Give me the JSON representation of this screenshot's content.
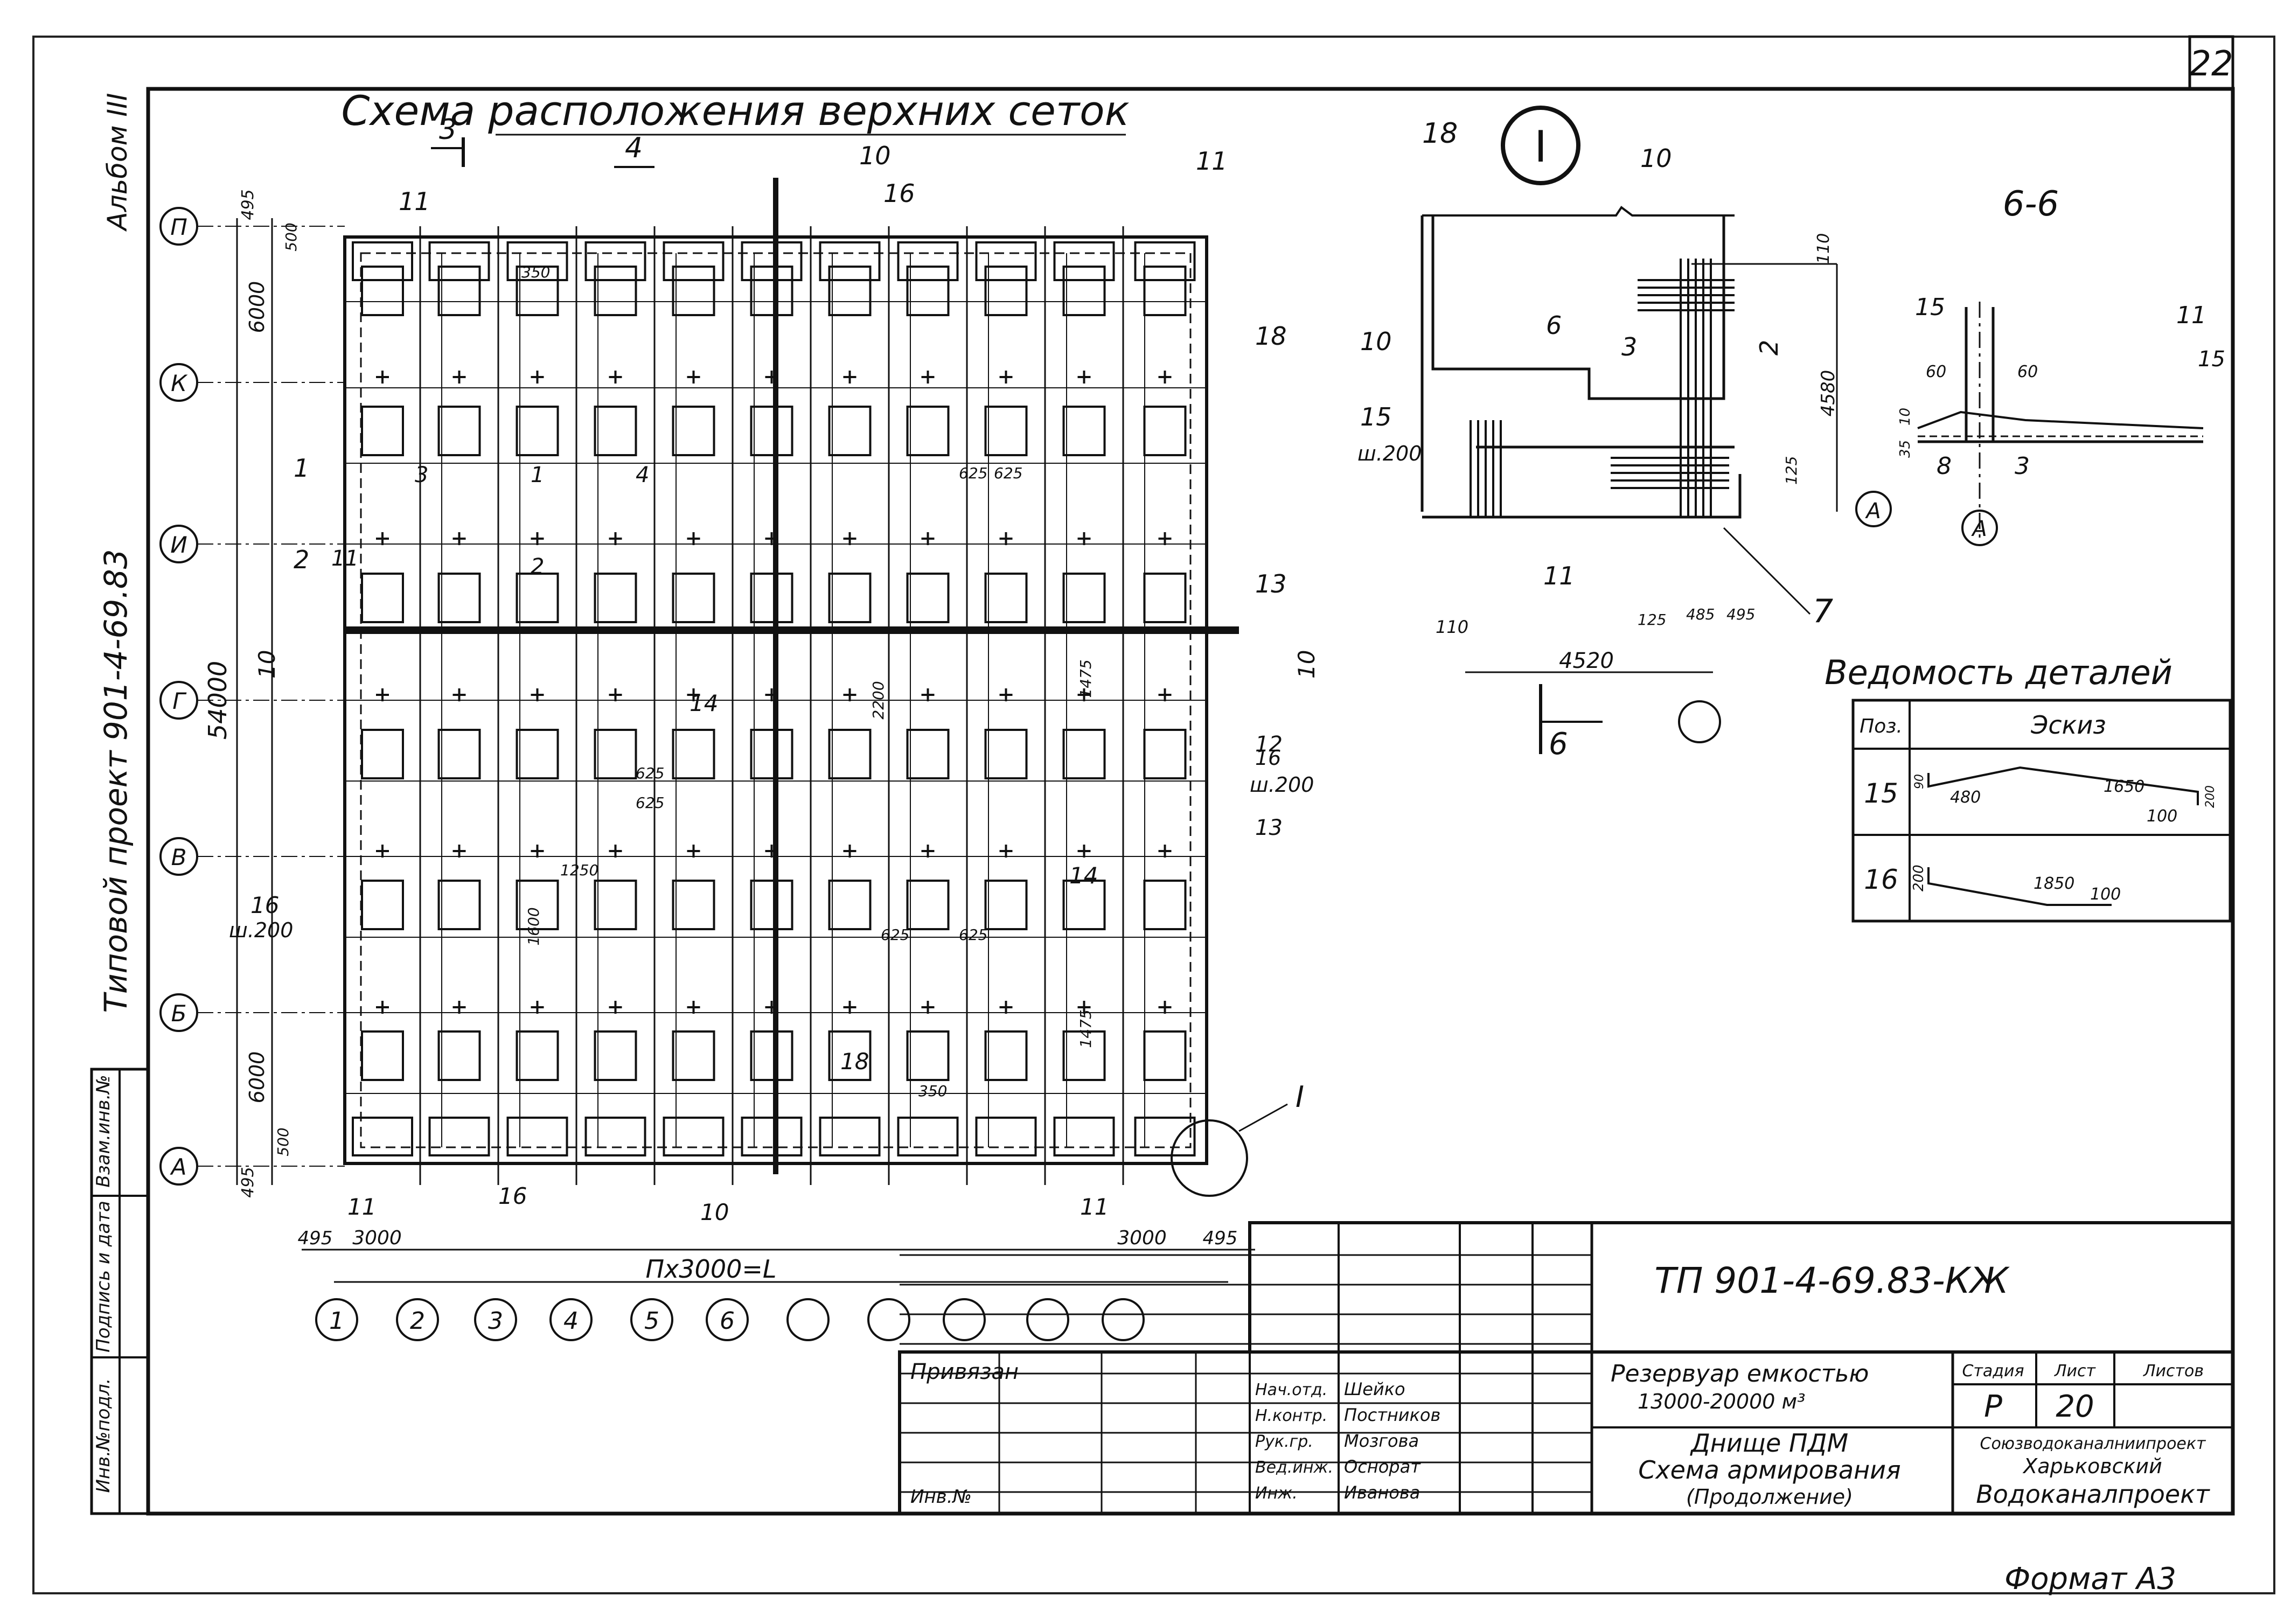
{
  "sheet": {
    "number": "22",
    "format": "Формат А3",
    "title": "Схема расположения верхних сеток",
    "album": "Альбом III",
    "project": "Типовой проект 901-4-69.83"
  },
  "side_stamp": [
    "Инв.№подл.",
    "Подпись и дата",
    "Взам.инв.№"
  ],
  "plan": {
    "row_axes": [
      "П",
      "К",
      "И",
      "Г",
      "В",
      "Б",
      "А"
    ],
    "col_axes": [
      "1",
      "2",
      "3",
      "4",
      "5",
      "6",
      "",
      "",
      "",
      "",
      ""
    ],
    "dims": {
      "total_h": "54000",
      "top_seg": "6000",
      "bottom_seg": "6000",
      "edge": "495",
      "bay_left": "3000",
      "bay_right": "3000",
      "span_formula": "Пх3000=L",
      "d350": "350",
      "d500": "500",
      "d1250": "1250",
      "d1600": "1600",
      "d625": "625",
      "d2200": "2200",
      "d1475": "1475"
    },
    "positions": [
      "3",
      "4",
      "10",
      "11",
      "16",
      "18",
      "1",
      "2",
      "12",
      "13",
      "14"
    ],
    "notes": {
      "sh200": "ш.200",
      "callout_detail": "I"
    }
  },
  "detail_I": {
    "label": "I",
    "positions": [
      "18",
      "10",
      "6",
      "3",
      "2",
      "15",
      "11",
      "7"
    ],
    "pitch": "ш.200",
    "dims": [
      "110",
      "4580",
      "125",
      "4520",
      "485",
      "495",
      "110",
      "125"
    ],
    "axis": "А",
    "section": "6"
  },
  "section_66": {
    "label": "6-6",
    "positions": [
      "15",
      "11",
      "8",
      "3"
    ],
    "dims": [
      "60",
      "60",
      "10",
      "35"
    ],
    "axis": "А"
  },
  "parts_table": {
    "title": "Ведомость деталей",
    "headers": [
      "Поз.",
      "Эскиз"
    ],
    "rows": [
      {
        "pos": "15",
        "dims": [
          "90",
          "480",
          "1650",
          "100",
          "200"
        ]
      },
      {
        "pos": "16",
        "dims": [
          "200",
          "1850",
          "100"
        ]
      }
    ]
  },
  "title_block": {
    "code": "ТП 901-4-69.83-КЖ",
    "object": "Резервуар емкостью",
    "capacity": "13000-20000 м³",
    "drawing_name": "Днище ПДМ",
    "drawing_desc": "Схема армирования",
    "drawing_note": "(Продолжение)",
    "stage_label": "Стадия",
    "sheet_label": "Лист",
    "sheets_label": "Листов",
    "stage": "Р",
    "sheet": "20",
    "org_line1": "Союзводоканалниипроект",
    "org_line2": "Харьковский",
    "org_line3": "Водоканалпроект",
    "binding": "Привязан",
    "inv": "Инв.№",
    "staff": [
      {
        "role": "Нач.отд.",
        "name": "Шейко"
      },
      {
        "role": "Н.контр.",
        "name": "Постников"
      },
      {
        "role": "Рук.гр.",
        "name": "Мозгова"
      },
      {
        "role": "Вед.инж.",
        "name": "Оснорат"
      },
      {
        "role": "Инж.",
        "name": "Иванова"
      }
    ]
  }
}
